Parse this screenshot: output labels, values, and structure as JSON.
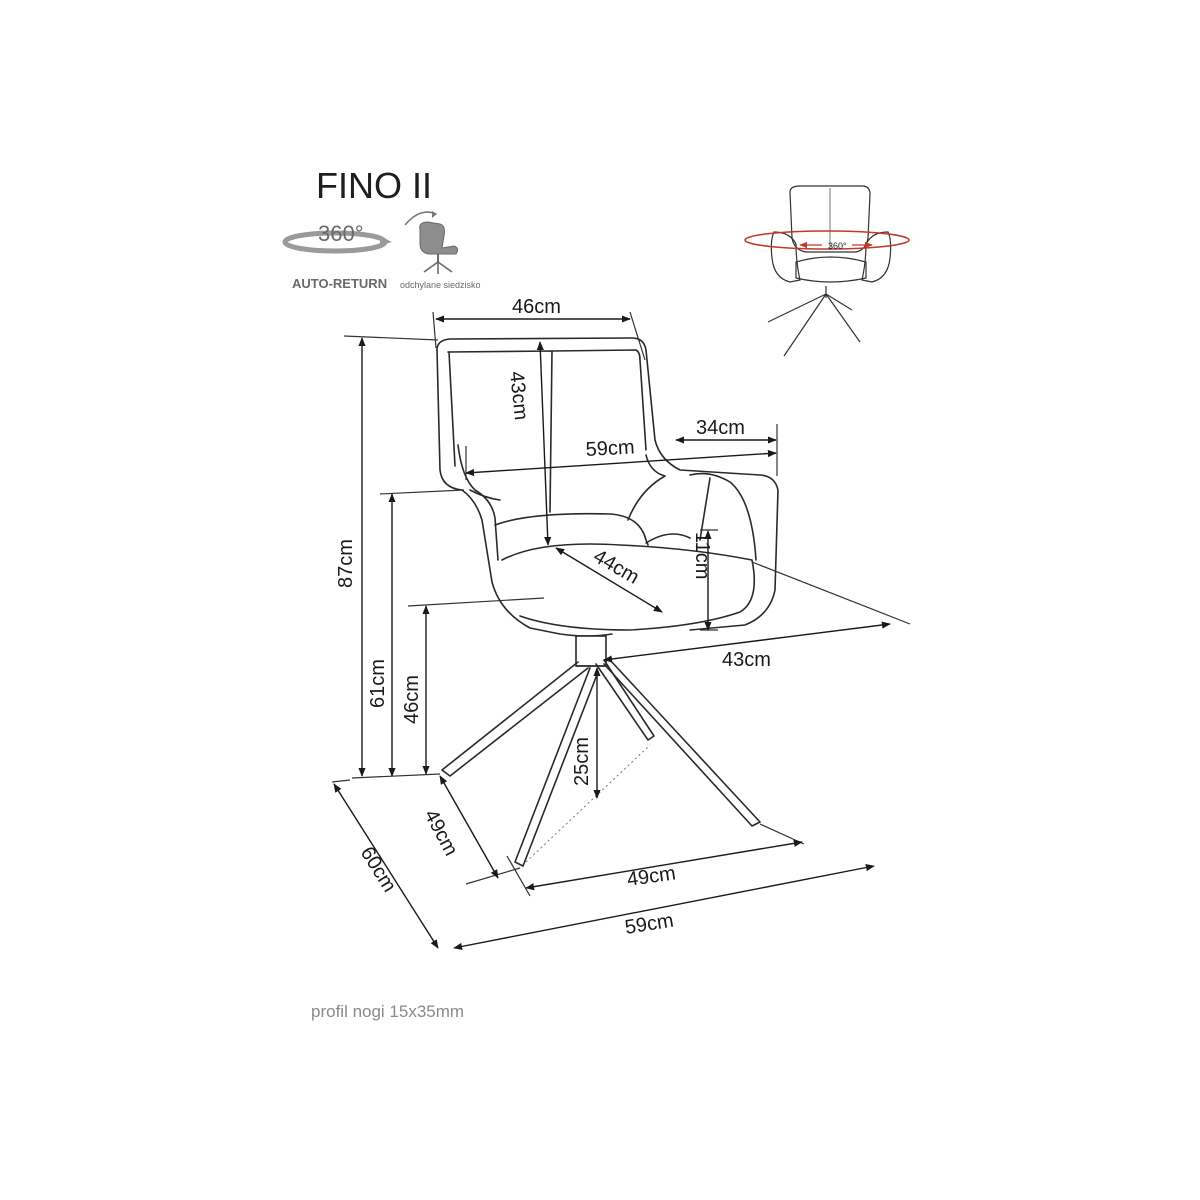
{
  "header": {
    "title": "FINO II",
    "rotation_label": "360°",
    "auto_return_label": "AUTO-RETURN",
    "recline_label": "odchylane siedzisko"
  },
  "thumbnail": {
    "rotation_label": "360°",
    "accent_color": "#c0392b"
  },
  "dimensions": {
    "backrest_width": "46cm",
    "backrest_height": "43cm",
    "armrest_depth": "34cm",
    "overall_width_top": "59cm",
    "seat_depth": "44cm",
    "seat_thickness": "11cm",
    "seat_side_depth": "43cm",
    "overall_height": "87cm",
    "armrest_height": "61cm",
    "seat_height": "46cm",
    "base_height": "25cm",
    "base_depth": "49cm",
    "overall_depth": "60cm",
    "base_width": "49cm",
    "overall_width_bottom": "59cm"
  },
  "footer": {
    "leg_profile": "profil nogi 15x35mm"
  },
  "colors": {
    "line": "#2a2a2a",
    "text": "#1a1a1a",
    "muted": "#6a6a6a",
    "accent": "#c0392b"
  }
}
